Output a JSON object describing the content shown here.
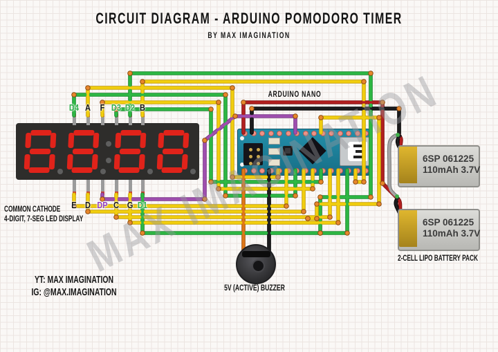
{
  "header": {
    "title": "CIRCUIT DIAGRAM - ARDUINO POMODORO TIMER",
    "subtitle": "BY MAX IMAGINATION"
  },
  "watermark": "MAX IMAGINATION",
  "nano": {
    "label": "ARDUINO NANO"
  },
  "display": {
    "caption_line1": "COMMON CATHODE",
    "caption_line2": "4-DIGIT, 7-SEG LED DISPLAY",
    "top_pins": [
      {
        "label": "D4",
        "color": "#2fae4a"
      },
      {
        "label": "A",
        "color": "#151515"
      },
      {
        "label": "F",
        "color": "#151515"
      },
      {
        "label": "D3",
        "color": "#2fae4a"
      },
      {
        "label": "D2",
        "color": "#2fae4a"
      },
      {
        "label": "B",
        "color": "#151515"
      }
    ],
    "bottom_pins": [
      {
        "label": "E",
        "color": "#151515"
      },
      {
        "label": "D",
        "color": "#151515"
      },
      {
        "label": "DP",
        "color": "#9340bf"
      },
      {
        "label": "C",
        "color": "#151515"
      },
      {
        "label": "G",
        "color": "#151515"
      },
      {
        "label": "D1",
        "color": "#2fae4a"
      }
    ]
  },
  "buzzer": {
    "label": "5V (ACTIVE) BUZZER"
  },
  "battery": {
    "pack_label": "2-CELL LIPO BATTERY PACK",
    "cells": [
      {
        "line1": "6SP 061225",
        "line2": "110mAh 3.7V"
      },
      {
        "line1": "6SP 061225",
        "line2": "110mAh 3.7V"
      }
    ]
  },
  "footer": {
    "yt": "YT: MAX IMAGINATION",
    "ig": "IG: @MAX.IMAGINATION"
  },
  "palette": {
    "wire_yellow": "#f2cf0e",
    "wire_green": "#2eb844",
    "wire_red": "#b32020",
    "wire_black": "#1d1d1f",
    "wire_purple": "#a04fb0",
    "wire_orange": "#e07818",
    "wire_gray": "#a6a6a6",
    "junction": "#e8872b",
    "segment_red": "#e0231a",
    "board_teal": "#1d7f9d"
  }
}
